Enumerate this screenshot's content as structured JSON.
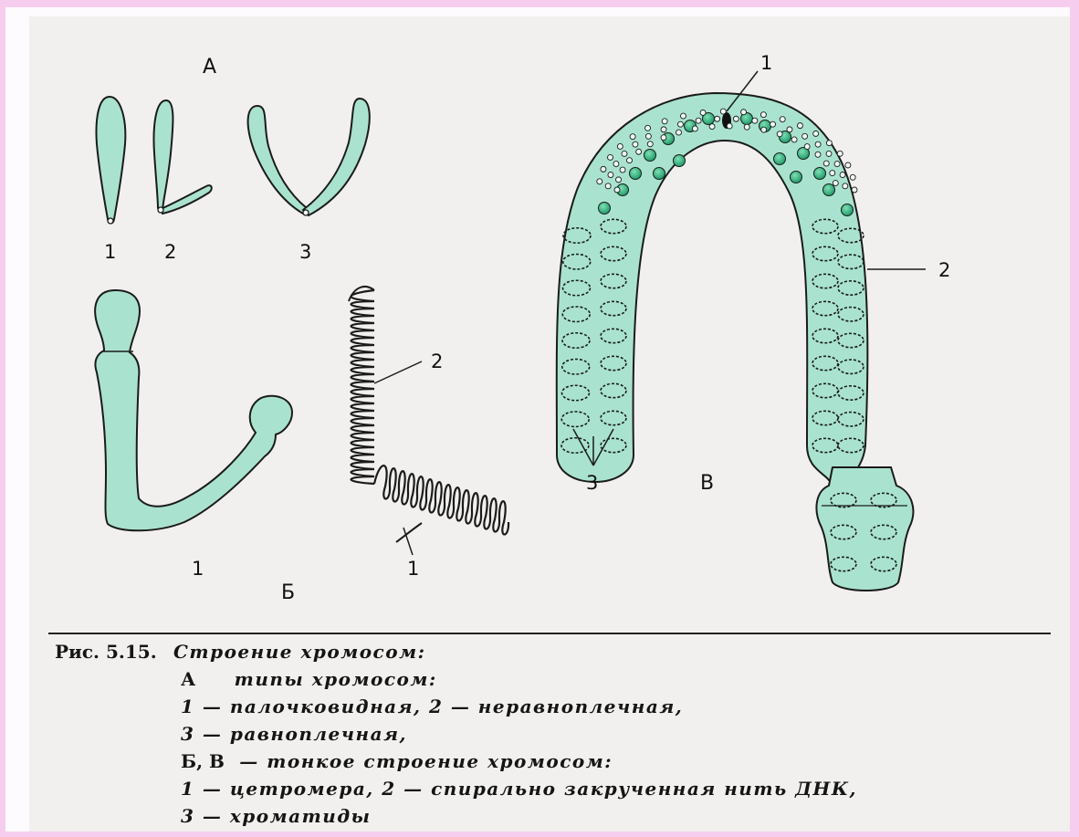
{
  "figure": {
    "panel_labels": {
      "a": "А",
      "b": "Б",
      "v": "В"
    },
    "types_labels": [
      "1",
      "2",
      "3"
    ],
    "b_labels": {
      "centromere": "1",
      "spiral": "2"
    },
    "v_labels": {
      "centromere": "1",
      "spiral": "2",
      "chromatids": "3"
    }
  },
  "caption": {
    "fig_ref": "Рис. 5.15.",
    "title": "Строение хромосом:",
    "a_key": "А",
    "a_text": "типы хромосом:",
    "line_1": "1 — палочковидная, 2 — неравноплечная,",
    "line_2": "3 — равноплечная,",
    "bv_key": "Б, В",
    "bv_text": "— тонкое строение хромосом:",
    "line_3": "1 — цетромера, 2 — спирально закрученная нить ДНК,",
    "line_4": "3 — хроматиды"
  },
  "colors": {
    "chromosome_fill": "#a9e3cf",
    "bead_fill": "#3fbf8a",
    "border": "#f7cdef"
  }
}
